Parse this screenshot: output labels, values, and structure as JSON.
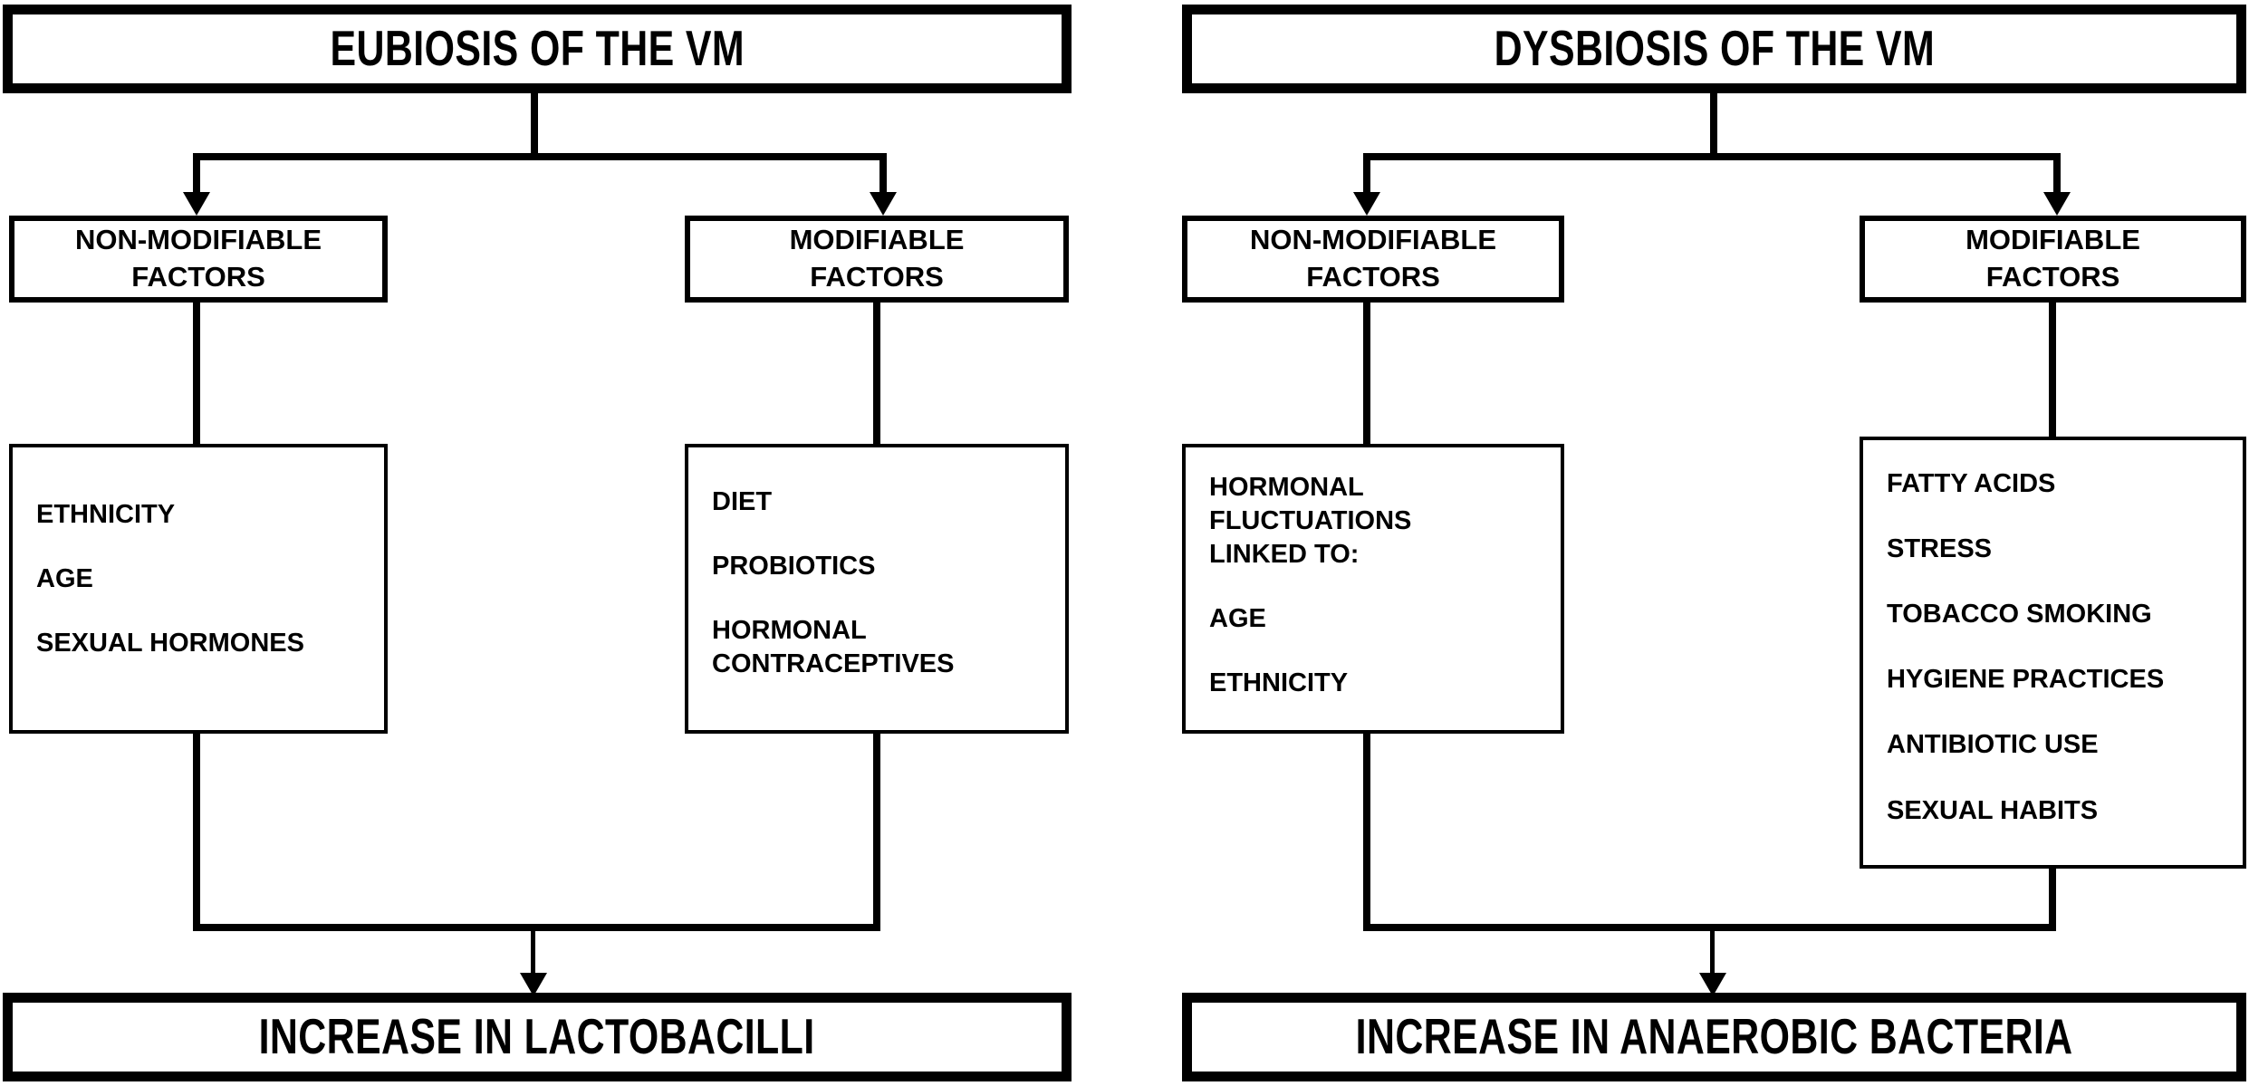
{
  "diagram": {
    "title": "Eubiosis and dysbiosis of the vaginal microbiota flowchart",
    "colors": {
      "line": "#000000",
      "background": "#ffffff",
      "text": "#000000"
    }
  },
  "left_branch": {
    "header": "EUBIOSIS OF THE VM",
    "outcome": "INCREASE IN LACTOBACILLI",
    "categories": [
      {
        "label": "NON-MODIFIABLE\nFACTORS",
        "line1": "NON-MODIFIABLE",
        "line2": "FACTORS"
      },
      {
        "label": "MODIFIABLE\nFACTORS",
        "line1": "MODIFIABLE",
        "line2": "FACTORS"
      }
    ],
    "non_modifiable_items": [
      "ETHNICITY",
      "AGE",
      "SEXUAL HORMONES"
    ],
    "modifiable_items": [
      "DIET",
      "PROBIOTICS",
      "HORMONAL CONTRACEPTIVES"
    ]
  },
  "right_branch": {
    "header": "DYSBIOSIS OF THE VM",
    "outcome": "INCREASE IN ANAEROBIC BACTERIA",
    "categories": [
      {
        "label": "NON-MODIFIABLE\nFACTORS",
        "line1": "NON-MODIFIABLE",
        "line2": "FACTORS"
      },
      {
        "label": "MODIFIABLE\nFACTORS",
        "line1": "MODIFIABLE",
        "line2": "FACTORS"
      }
    ],
    "non_modifiable_items": [
      "HORMONAL FLUCTUATIONS LINKED TO:",
      "AGE",
      "ETHNICITY"
    ],
    "modifiable_items": [
      "FATTY ACIDS",
      "STRESS",
      "TOBACCO SMOKING",
      "HYGIENE PRACTICES",
      "ANTIBIOTIC USE",
      "SEXUAL HABITS"
    ]
  }
}
